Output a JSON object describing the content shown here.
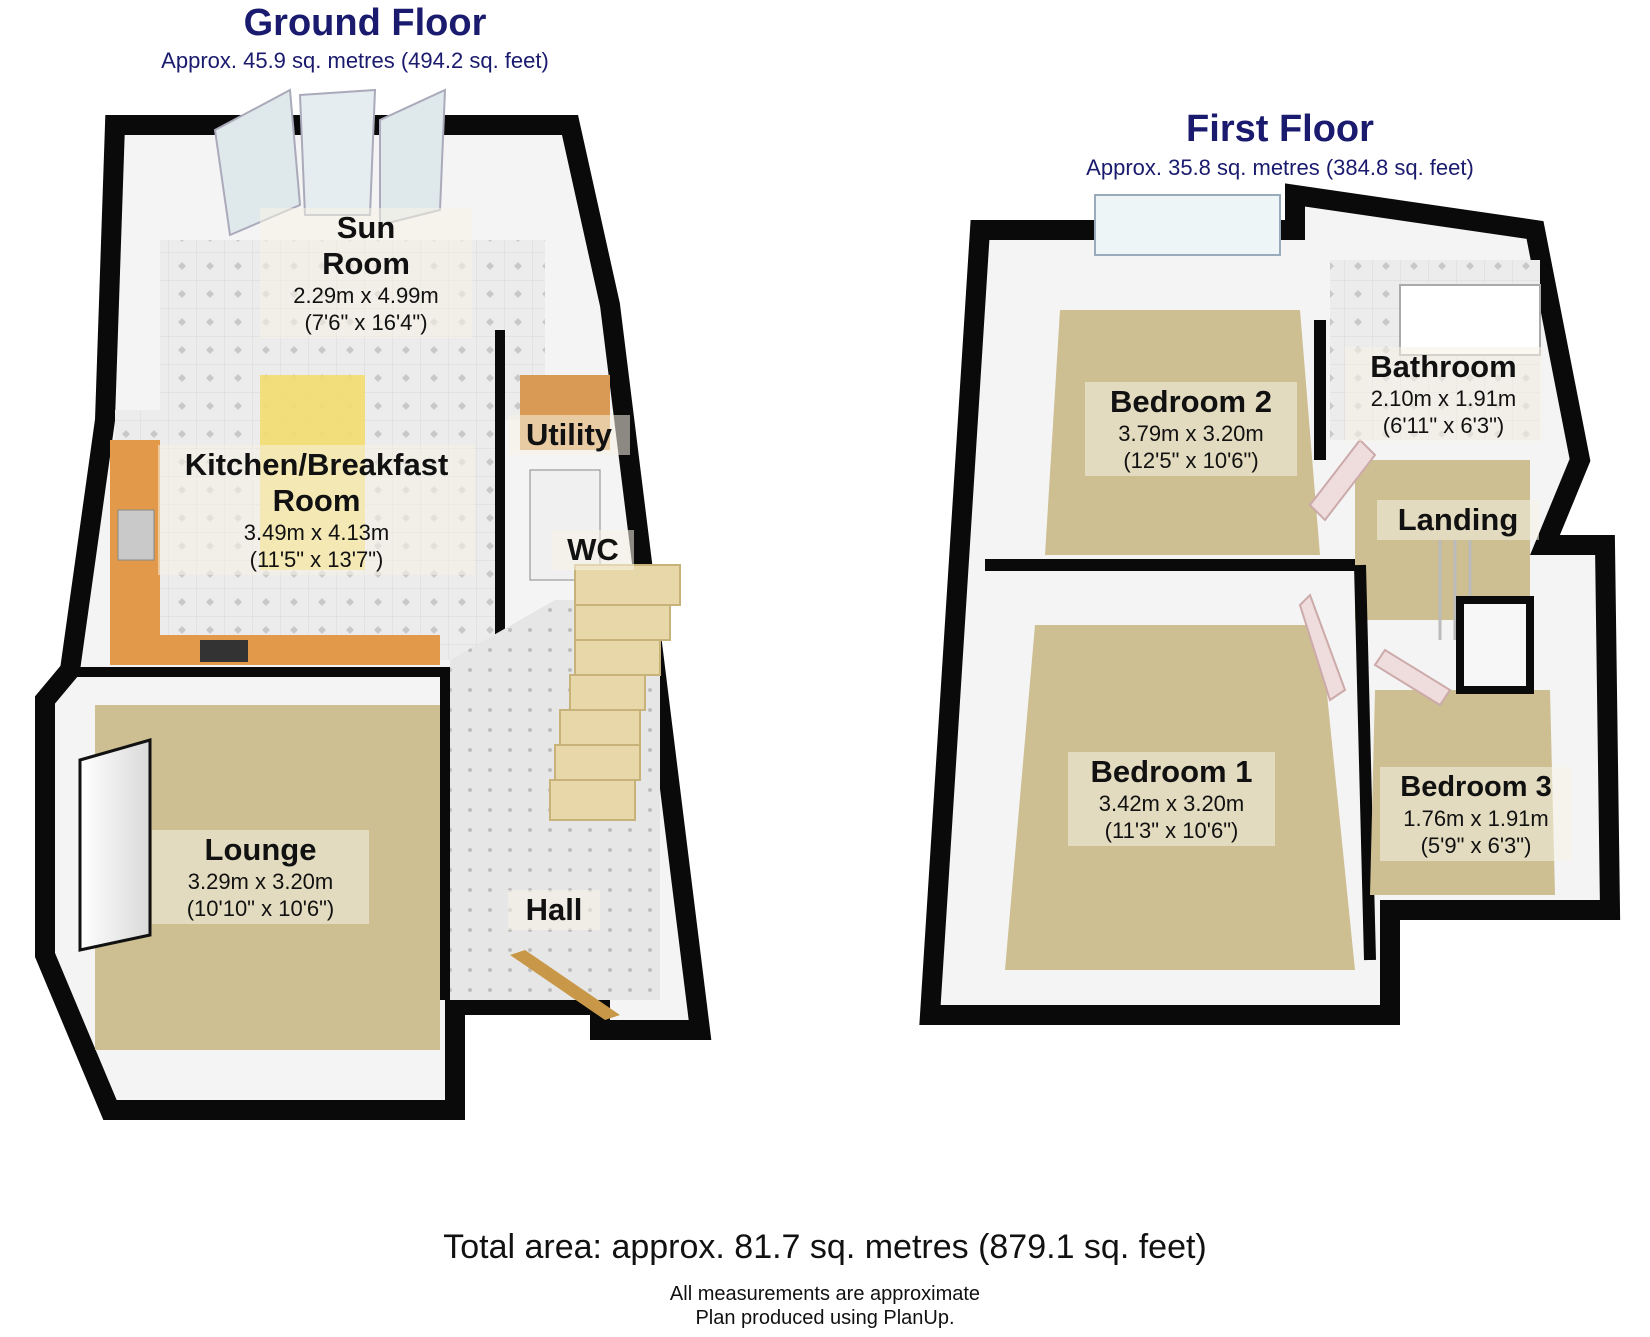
{
  "ground_floor": {
    "title": "Ground Floor",
    "area": "Approx. 45.9 sq. metres (494.2 sq. feet)",
    "rooms": {
      "sun_room": {
        "name_1": "Sun",
        "name_2": "Room",
        "metric": "2.29m x 4.99m",
        "imperial": "(7'6\" x 16'4\")"
      },
      "kitchen": {
        "name_1": "Kitchen/Breakfast",
        "name_2": "Room",
        "metric": "3.49m x 4.13m",
        "imperial": "(11'5\" x 13'7\")"
      },
      "utility": {
        "name": "Utility"
      },
      "wc": {
        "name": "WC"
      },
      "lounge": {
        "name": "Lounge",
        "metric": "3.29m x 3.20m",
        "imperial": "(10'10\" x 10'6\")"
      },
      "hall": {
        "name": "Hall"
      }
    }
  },
  "first_floor": {
    "title": "First Floor",
    "area": "Approx. 35.8 sq. metres (384.8 sq. feet)",
    "rooms": {
      "bedroom2": {
        "name": "Bedroom 2",
        "metric": "3.79m x 3.20m",
        "imperial": "(12'5\" x 10'6\")"
      },
      "bathroom": {
        "name": "Bathroom",
        "metric": "2.10m x 1.91m",
        "imperial": "(6'11\" x 6'3\")"
      },
      "landing": {
        "name": "Landing"
      },
      "bedroom1": {
        "name": "Bedroom 1",
        "metric": "3.42m x 3.20m",
        "imperial": "(11'3\" x 10'6\")"
      },
      "bedroom3": {
        "name": "Bedroom 3",
        "metric": "1.76m x 1.91m",
        "imperial": "(5'9\" x 6'3\")"
      }
    }
  },
  "footer": {
    "total": "Total area: approx. 81.7 sq. metres (879.1 sq. feet)",
    "note_1": "All measurements are approximate",
    "note_2": "Plan produced using PlanUp."
  },
  "colors": {
    "title": "#1a1a6e",
    "wall": "#0a0a0a",
    "carpet": "#cdbf92",
    "tile": "#e8e8e8",
    "worktop": "#e29a4a",
    "stairs": "#e8d7a8"
  }
}
